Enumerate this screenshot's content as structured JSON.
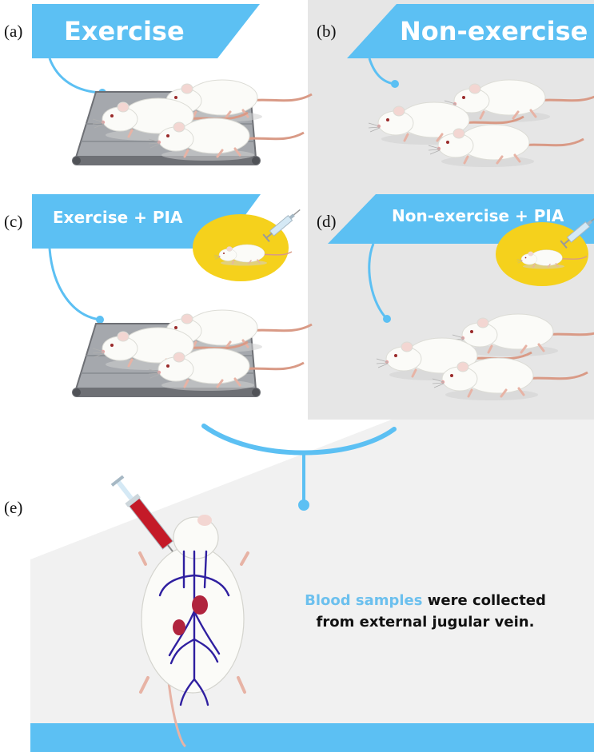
{
  "panels": {
    "a": {
      "label": "(a)",
      "title": "Exercise"
    },
    "b": {
      "label": "(b)",
      "title": "Non-exercise"
    },
    "c": {
      "label": "(c)",
      "title": "Exercise + PIA"
    },
    "d": {
      "label": "(d)",
      "title": "Non-exercise + PIA"
    },
    "e": {
      "label": "(e)"
    }
  },
  "caption": {
    "highlight": "Blood samples",
    "rest_line1": " were collected",
    "line2": "from external jugular vein."
  },
  "colors": {
    "banner": "#5cc0f3",
    "connector": "#5cc0f3",
    "gray_panel": "#e6e6e6",
    "injection_circle": "#f5d11c",
    "vein": "#2f1fa0",
    "blood": "#c41a28",
    "treadmill": "#6e7075"
  },
  "icons": [
    "rat-icon",
    "treadmill-icon",
    "syringe-icon",
    "heart-icon",
    "vein-icon"
  ]
}
